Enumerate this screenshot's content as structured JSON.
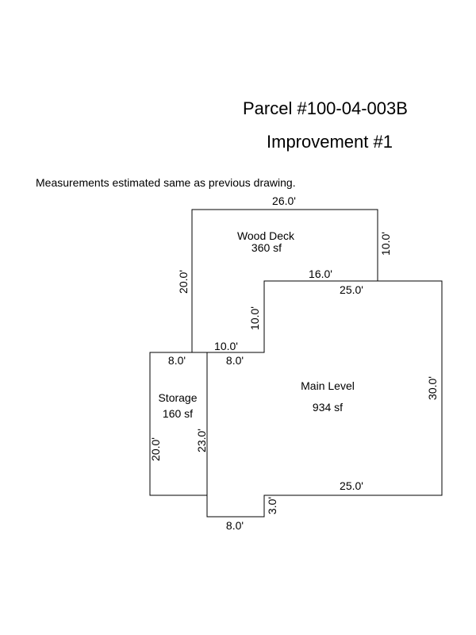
{
  "title": "Parcel #100-04-003B",
  "subtitle": "Improvement #1",
  "note": "Measurements estimated same as previous drawing.",
  "areas": {
    "deck": {
      "name": "Wood Deck",
      "area": "360 sf"
    },
    "main": {
      "name": "Main Level",
      "area": "934 sf"
    },
    "storage": {
      "name": "Storage",
      "area": "160 sf"
    }
  },
  "dimensions": {
    "deck_top": "26.0'",
    "deck_right": "10.0'",
    "deck_left": "20.0'",
    "deck_step_top": "16.0'",
    "deck_step_vertical": "10.0'",
    "deck_bottom": "10.0'",
    "main_top": "25.0'",
    "main_right": "30.0'",
    "main_bottom": "25.0'",
    "main_notch_vertical": "3.0'",
    "main_notch_bottom": "8.0'",
    "main_left": "23.0'",
    "main_top_left": "8.0'",
    "storage_top": "8.0'",
    "storage_left": "20.0'"
  }
}
